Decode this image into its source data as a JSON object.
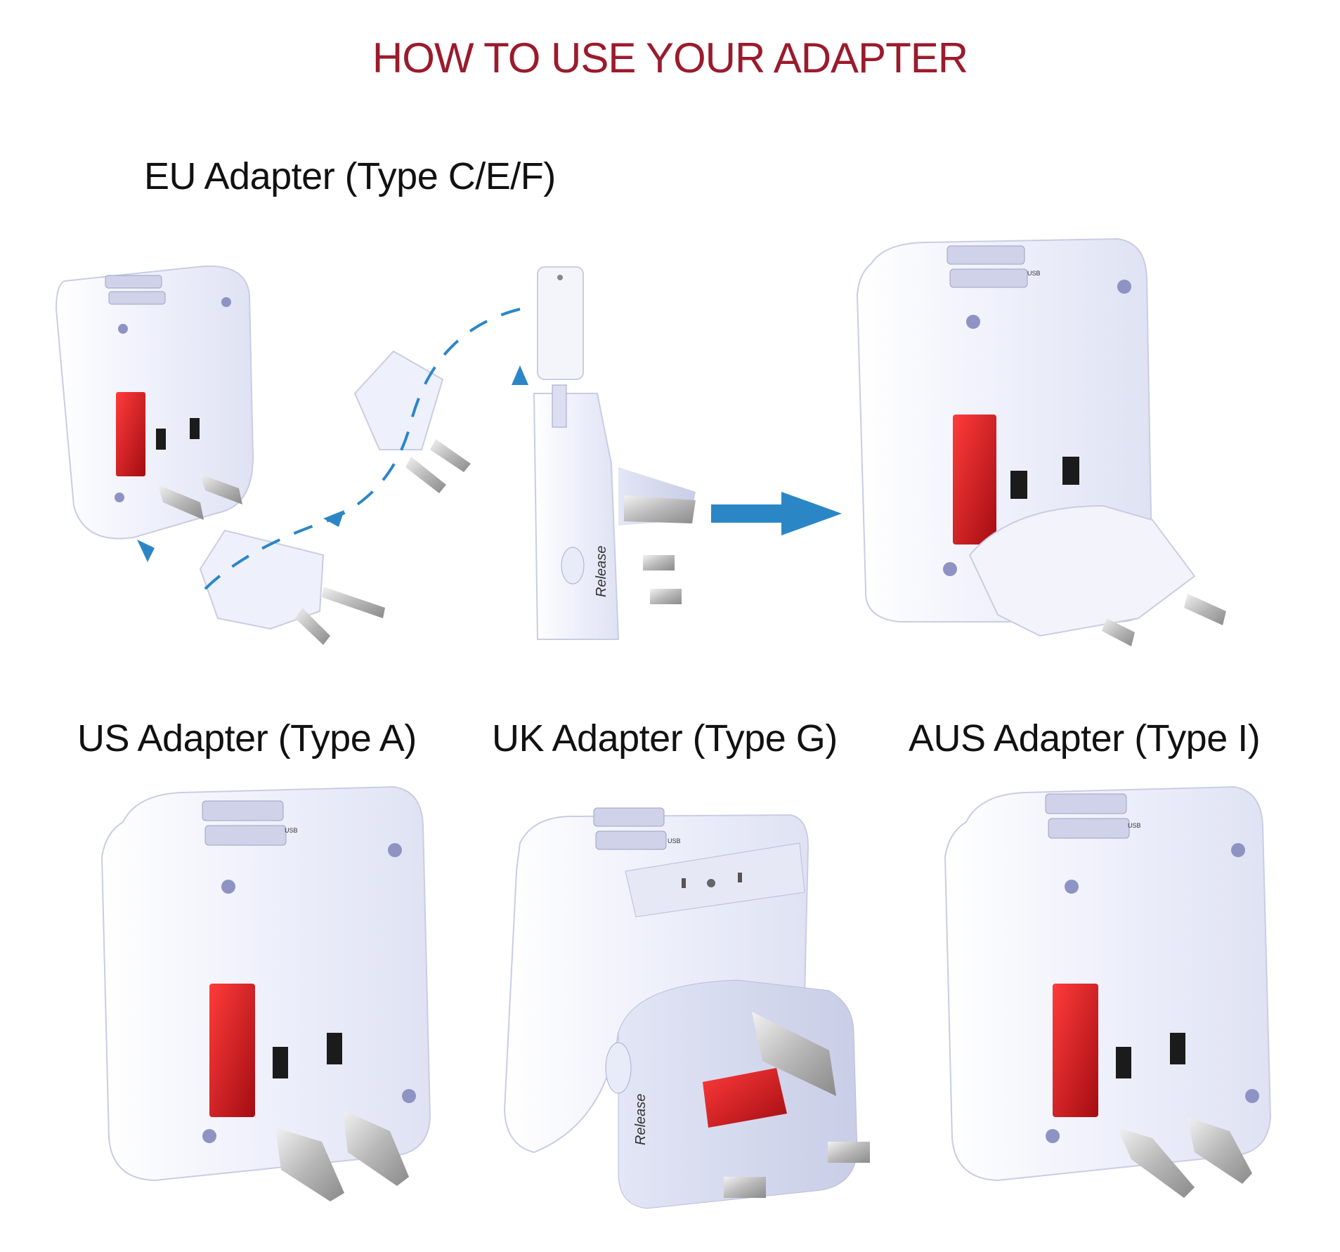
{
  "title": "HOW TO USE YOUR ADAPTER",
  "labels": {
    "eu": "EU Adapter (Type C/E/F)",
    "us": "US Adapter (Type A)",
    "uk": "UK Adapter (Type G)",
    "aus": "AUS Adapter (Type I)"
  },
  "device_text": {
    "usb": "USB",
    "release": "Release"
  },
  "colors": {
    "title": "#9a1b2c",
    "arrow": "#2b86c6",
    "body": "#eef0fb",
    "window": "#d4151c"
  }
}
